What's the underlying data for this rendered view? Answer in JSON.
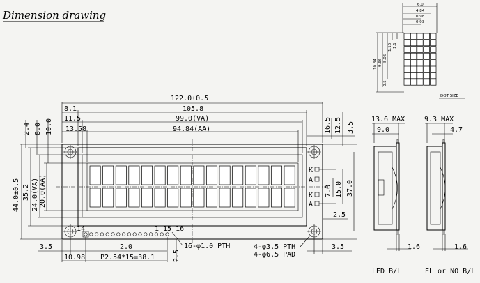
{
  "title": "Dimension drawing",
  "front": {
    "overall_width": "122.0±0.5",
    "pcb_width": "105.8",
    "va_width": "99.0(VA)",
    "aa_width": "94.84(AA)",
    "left_8_1": "8.1",
    "left_11_5": "11.5",
    "left_13_58": "13.58",
    "left_2_4": "2.4",
    "left_8_0": "8.0",
    "left_10_0": "10.0",
    "right_16_5": "16.5",
    "right_12_5": "12.5",
    "right_3_5": "3.5",
    "height_44": "44.0±0.5",
    "height_35_2": "35.2",
    "height_24": "24.0(VA)",
    "height_20": "20.0(AA)",
    "right_7_0": "7.0",
    "right_15_0": "15.0",
    "right_37_0": "37.0",
    "right_2_5": "2.5",
    "pin_14": "14",
    "pin_15_16": "1 15 16",
    "pin_holes": "16-φ1.0 PTH",
    "mount_holes_1": "4-φ3.5 PTH",
    "mount_holes_2": "4-φ6.5 PAD",
    "bottom_3_5_left": "3.5",
    "bottom_3_5_right": "3.5",
    "bottom_2_0": "2.0",
    "bottom_2_5": "2.5",
    "bottom_10_98": "10.98",
    "bottom_pitch": "P2.54*15=38.1",
    "k_label": "K",
    "a_label": "A",
    "k_label2": "K",
    "a_label2": "A"
  },
  "dot": {
    "w_6_0": "6.0",
    "w_4_84": "4.84",
    "w_0_98": "0.98",
    "w_0_93": "0.93",
    "h_10_34": "10.34",
    "h_9_66": "9.66",
    "h_8_06": "8.06",
    "h_1_16": "1.16",
    "h_1_1": "1.1",
    "h_0_5": "0.5",
    "label": "DOT SIZE"
  },
  "side_led": {
    "max": "13.6 MAX",
    "w_9_0": "9.0",
    "w_1_6": "1.6",
    "label": "LED B/L"
  },
  "side_el": {
    "max": "9.3 MAX",
    "w_4_7": "4.7",
    "w_1_6": "1.6",
    "label": "EL or NO B/L"
  }
}
